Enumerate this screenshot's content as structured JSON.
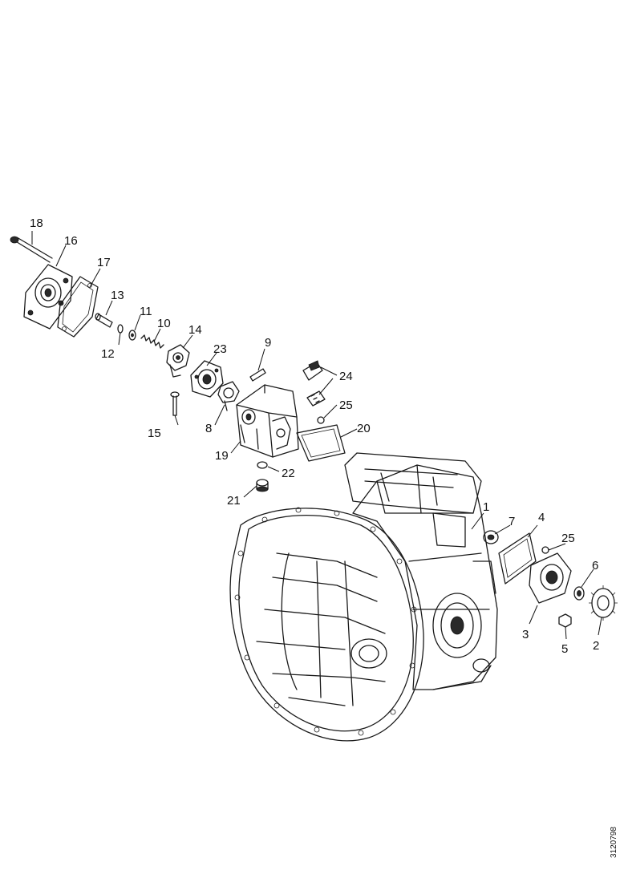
{
  "callouts": {
    "c1": "1",
    "c2": "2",
    "c3": "3",
    "c4": "4",
    "c5": "5",
    "c6": "6",
    "c7": "7",
    "c8": "8",
    "c9": "9",
    "c10": "10",
    "c11": "11",
    "c12": "12",
    "c13": "13",
    "c14": "14",
    "c15": "15",
    "c16": "16",
    "c17": "17",
    "c18": "18",
    "c19": "19",
    "c20": "20",
    "c21": "21",
    "c22": "22",
    "c23": "23",
    "c24": "24",
    "c25a": "25",
    "c25b": "25"
  },
  "drawing_id": "3120798"
}
